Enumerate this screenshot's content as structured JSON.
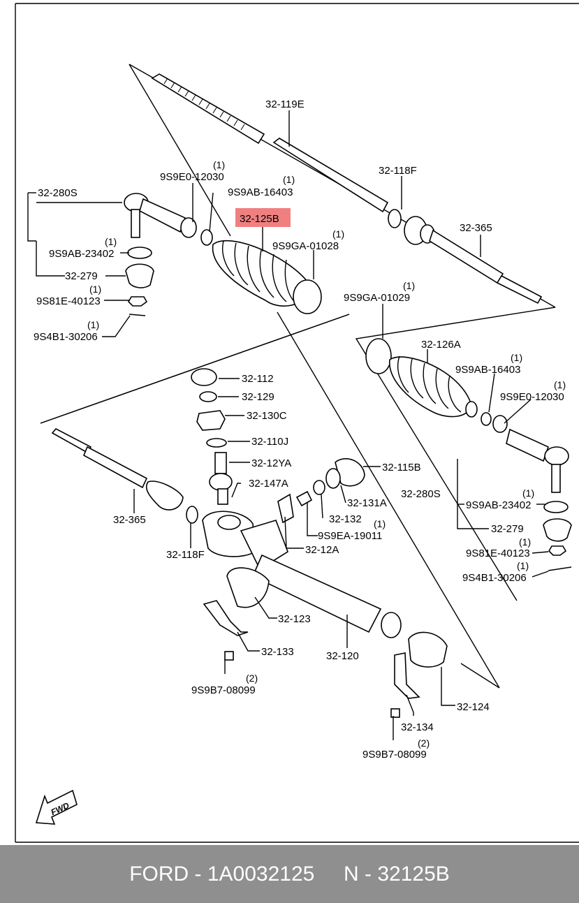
{
  "diagram": {
    "labels": [
      {
        "id": "p1",
        "text": "32-119E"
      },
      {
        "id": "p2",
        "text": "32-118F"
      },
      {
        "id": "p3",
        "text": "32-365"
      },
      {
        "id": "p4",
        "text": "9S9E0-12030",
        "qty": "(1)"
      },
      {
        "id": "p5",
        "text": "9S9AB-16403",
        "qty": "(1)"
      },
      {
        "id": "p6",
        "text": "32-280S"
      },
      {
        "id": "p7",
        "text": "32-125B",
        "highlight": true
      },
      {
        "id": "p8",
        "text": "9S9GA-01028",
        "qty": "(1)"
      },
      {
        "id": "p9",
        "text": "9S9AB-23402",
        "qty": "(1)"
      },
      {
        "id": "p10",
        "text": "32-279"
      },
      {
        "id": "p11",
        "text": "9S81E-40123",
        "qty": "(1)"
      },
      {
        "id": "p12",
        "text": "9S4B1-30206",
        "qty": "(1)"
      },
      {
        "id": "p13",
        "text": "9S9GA-01029",
        "qty": "(1)"
      },
      {
        "id": "p14",
        "text": "32-126A"
      },
      {
        "id": "p15",
        "text": "9S9AB-16403",
        "qty": "(1)"
      },
      {
        "id": "p16",
        "text": "9S9E0-12030",
        "qty": "(1)"
      },
      {
        "id": "p17",
        "text": "32-112"
      },
      {
        "id": "p18",
        "text": "32-129"
      },
      {
        "id": "p19",
        "text": "32-130C"
      },
      {
        "id": "p20",
        "text": "32-110J"
      },
      {
        "id": "p21",
        "text": "32-12YA"
      },
      {
        "id": "p22",
        "text": "32-115B"
      },
      {
        "id": "p23",
        "text": "32-147A"
      },
      {
        "id": "p24",
        "text": "32-131A"
      },
      {
        "id": "p25",
        "text": "32-280S"
      },
      {
        "id": "p26",
        "text": "32-365"
      },
      {
        "id": "p27",
        "text": "32-132"
      },
      {
        "id": "p28",
        "text": "9S9EA-19011",
        "qty": "(1)"
      },
      {
        "id": "p29",
        "text": "9S9AB-23402",
        "qty": "(1)"
      },
      {
        "id": "p30",
        "text": "32-279"
      },
      {
        "id": "p31",
        "text": "32-118F"
      },
      {
        "id": "p32",
        "text": "32-12A"
      },
      {
        "id": "p33",
        "text": "9S81E-40123",
        "qty": "(1)"
      },
      {
        "id": "p34",
        "text": "9S4B1-30206",
        "qty": "(1)"
      },
      {
        "id": "p35",
        "text": "32-123"
      },
      {
        "id": "p36",
        "text": "32-133"
      },
      {
        "id": "p37",
        "text": "32-120"
      },
      {
        "id": "p38",
        "text": "9S9B7-08099",
        "qty": "(2)"
      },
      {
        "id": "p39",
        "text": "32-124"
      },
      {
        "id": "p40",
        "text": "32-134"
      },
      {
        "id": "p41",
        "text": "9S9B7-08099",
        "qty": "(2)"
      }
    ],
    "fwd_label": "FWD",
    "highlight_color": "#f08080"
  },
  "footer": {
    "brand": "FORD",
    "part_number": "1A0032125",
    "ref_number": "N - 32125B"
  }
}
